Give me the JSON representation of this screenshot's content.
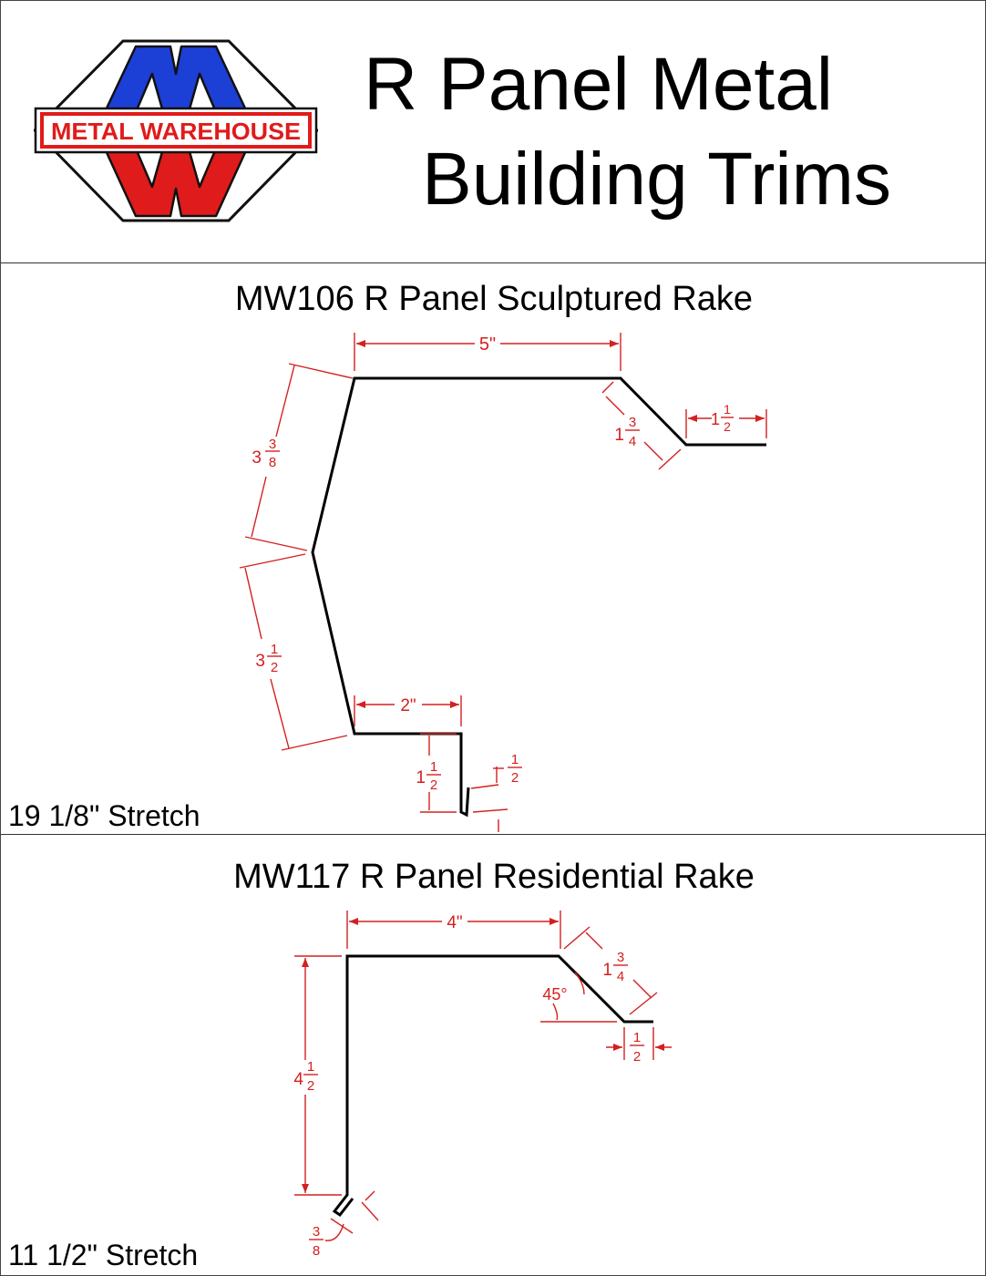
{
  "header": {
    "logo_text": "METAL WAREHOUSE",
    "title_line1": "R Panel Metal",
    "title_line2": "Building Trims"
  },
  "sections": [
    {
      "title": "MW106 R Panel Sculptured Rake",
      "stretch": "19 1/8\" Stretch",
      "dims": {
        "top": "5\"",
        "upper_slope_whole": "3",
        "upper_slope_num": "3",
        "upper_slope_den": "8",
        "lower_slope_whole": "3",
        "lower_slope_num": "1",
        "lower_slope_den": "2",
        "bottom": "2\"",
        "drop_whole": "1",
        "drop_num": "1",
        "drop_den": "2",
        "hem_num": "1",
        "hem_den": "2",
        "right_slope_whole": "1",
        "right_slope_num": "3",
        "right_slope_den": "4",
        "right_flat_whole": "1",
        "right_flat_num": "1",
        "right_flat_den": "2"
      }
    },
    {
      "title": "MW117 R Panel Residential Rake",
      "stretch": "11 1/2\" Stretch",
      "dims": {
        "top": "4\"",
        "vertical_whole": "4",
        "vertical_num": "1",
        "vertical_den": "2",
        "slope_whole": "1",
        "slope_num": "3",
        "slope_den": "4",
        "angle": "45°",
        "flat_num": "1",
        "flat_den": "2",
        "hem_num": "3",
        "hem_den": "8"
      }
    }
  ],
  "colors": {
    "dimension": "#d42020",
    "logo_blue": "#1c3fd6",
    "logo_red": "#e01b1b"
  }
}
